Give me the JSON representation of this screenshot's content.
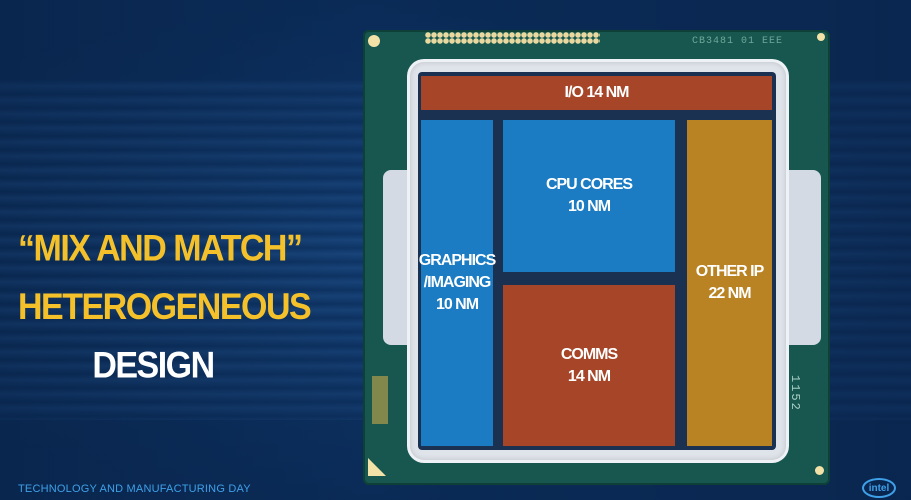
{
  "headline": {
    "line1": "“MIX AND MATCH”",
    "line2": "HETEROGENEOUS",
    "line3": "DESIGN"
  },
  "footer": {
    "text": "TECHNOLOGY AND MANUFACTURING DAY"
  },
  "logo": {
    "text": "intel"
  },
  "chip": {
    "code": "CB3481 01 EEE",
    "number": "1152"
  },
  "blocks": {
    "io": "I/O 14 NM",
    "graphics": "GRAPHICS\n/IMAGING\n10 NM",
    "cpu": "CPU CORES\n10 NM",
    "comms": "COMMS\n14 NM",
    "other": "OTHER IP\n22 NM"
  },
  "colors": {
    "headline_yellow": "#f5c12a",
    "block_blue": "#1b7cc3",
    "block_rust": "#a64527",
    "block_gold": "#b98222",
    "substrate_green": "#17574f"
  }
}
